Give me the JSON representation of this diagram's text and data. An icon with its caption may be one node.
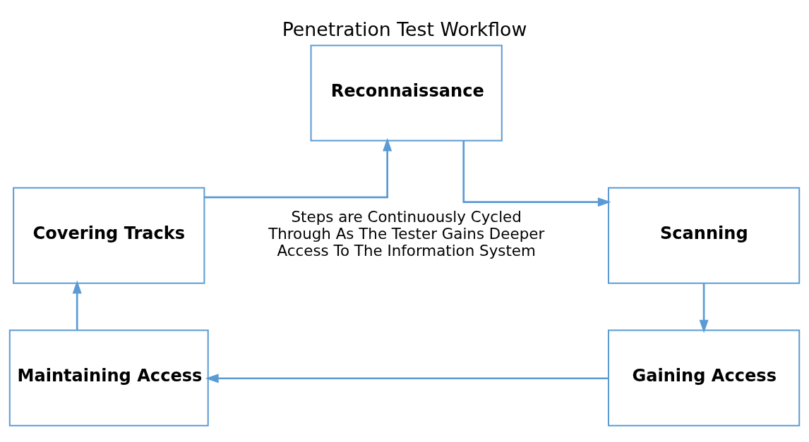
{
  "diagram": {
    "title": "Penetration Test Workflow",
    "nodes": [
      {
        "text": [
          "Reconnaissance"
        ]
      },
      {
        "text": [
          "Scanning"
        ]
      },
      {
        "text": [
          "Gaining Access"
        ]
      },
      {
        "text": [
          "Maintaining Access"
        ]
      },
      {
        "text": [
          "Covering Tracks"
        ]
      }
    ],
    "edges": [
      {
        "from": 0,
        "to": 1,
        "arrow": "to"
      },
      {
        "from": 1,
        "to": 2,
        "arrow": "to"
      },
      {
        "from": 2,
        "to": 3,
        "arrow": "to"
      },
      {
        "from": 3,
        "to": 4,
        "arrow": "to"
      },
      {
        "from": 4,
        "to": 0,
        "arrow": "to"
      }
    ],
    "labels": [
      "Steps are Continuously Cycled Through As The Tester Gains Deeper Access To The Information System"
    ]
  }
}
